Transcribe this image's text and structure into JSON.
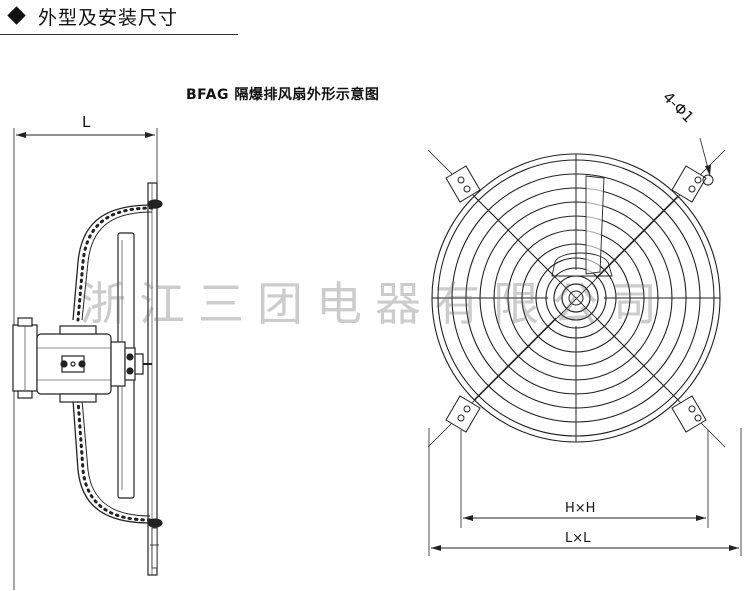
{
  "header": {
    "title": "外型及安装尺寸"
  },
  "diagram": {
    "title": "BFAG 隔爆排风扇外形示意图",
    "side_view": {
      "dim_label": "L"
    },
    "front_view": {
      "hole_label": "4-Φ1",
      "inner_dim_label": "H×H",
      "outer_dim_label": "L×L"
    }
  },
  "watermark": {
    "text": "浙江三团电器有限公司"
  },
  "colors": {
    "line": "#222222",
    "background": "#ffffff",
    "watermark": "#8a8a8a"
  }
}
